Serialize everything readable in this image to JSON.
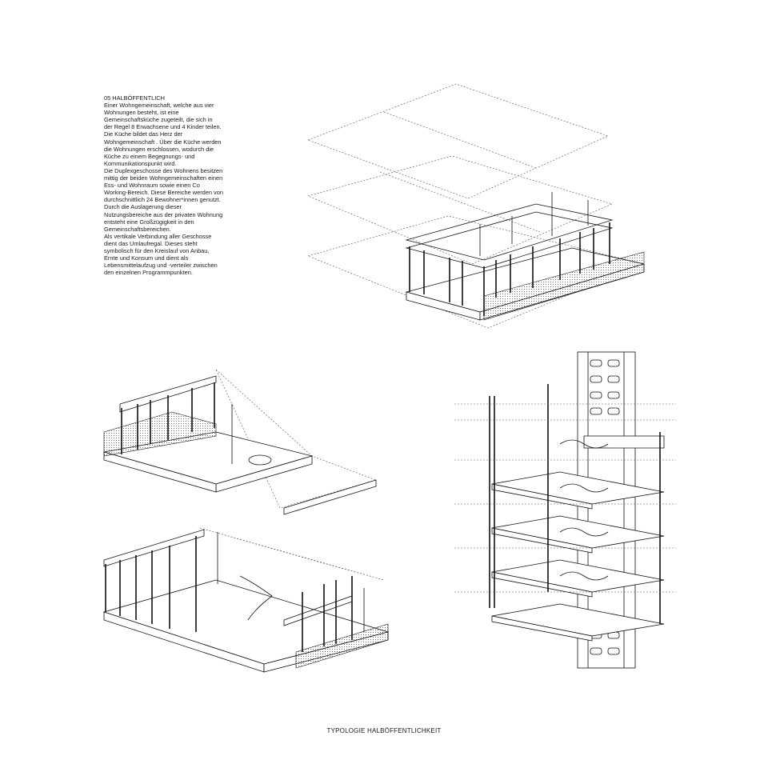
{
  "description": {
    "lines": [
      "05 HALBÖFFENTLICH",
      "Einer Wohngemeinschaft, welche aus vier",
      "Wohnungen besteht, ist eine",
      "Gemeinschaftsküche zugeteilt, die sich in",
      "der Regel 8 Erwachsene und 4 Kinder teilen.",
      "Die Küche bildet das Herz der",
      "Wohngemeinschaft . Über die Küche werden",
      "die Wohnungen erschlossen,  wodurch die",
      "Küche zu einem Begegnungs- und",
      "Kommunikationspunkt wird.",
      "Die Duplexgeschosse des Wohnens besitzen",
      "mittig der beiden Wohngemeinschaften einen",
      "Ess- und Wohnraum sowie einen Co",
      "Working-Bereich. Diese Bereiche werden von",
      "durchschnittlich 24 Bewohner*innen genutzt.",
      "Durch die Auslagerung dieser",
      "Nutzungsbereiche aus der privaten Wohnung",
      "entsteht eine Großzügigkeit in den",
      "Gemeinschaftsbereichen.",
      "Als vertikale Verbindung aller Geschosse",
      "dient das Umlaufregal. Dieses steht",
      "symbolisch für den Kreislauf von Anbau,",
      "Ernte und Konsum und dient als",
      "Lebensmittelaufzug und -verteiler zwischen",
      "den einzelnen Programmpunkten."
    ]
  },
  "footer": {
    "title": "TYPOLOGIE HALBÖFFENTLICHKEIT"
  },
  "colors": {
    "line": "#111111",
    "background": "#ffffff"
  }
}
